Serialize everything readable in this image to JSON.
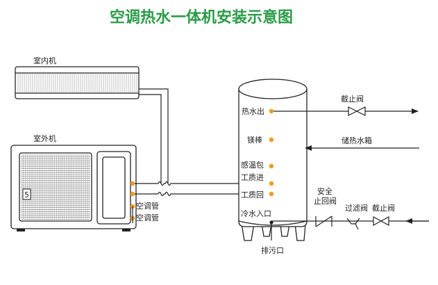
{
  "title": "空调热水一体机安装示意图",
  "colors": {
    "title": "#2a9b46",
    "port_dot": "#f39a1e",
    "line": "#222222"
  },
  "indoor_unit": {
    "label": "室内机"
  },
  "outdoor_unit": {
    "label": "室外机",
    "badge": "5",
    "pipe_labels": [
      "空调管",
      "空调管"
    ]
  },
  "tank": {
    "ports": [
      "热水出",
      "镁棒",
      "感温包",
      "工质进",
      "工质回",
      "冷水入口"
    ],
    "drain_label": "排污口"
  },
  "valves": {
    "hot_out_shutoff": "截止阀",
    "storage_tank": "储热水箱",
    "check_valve": [
      "安全",
      "止回阀"
    ],
    "filter_valve": "过滤阀",
    "inlet_shutoff": "截止阀"
  }
}
